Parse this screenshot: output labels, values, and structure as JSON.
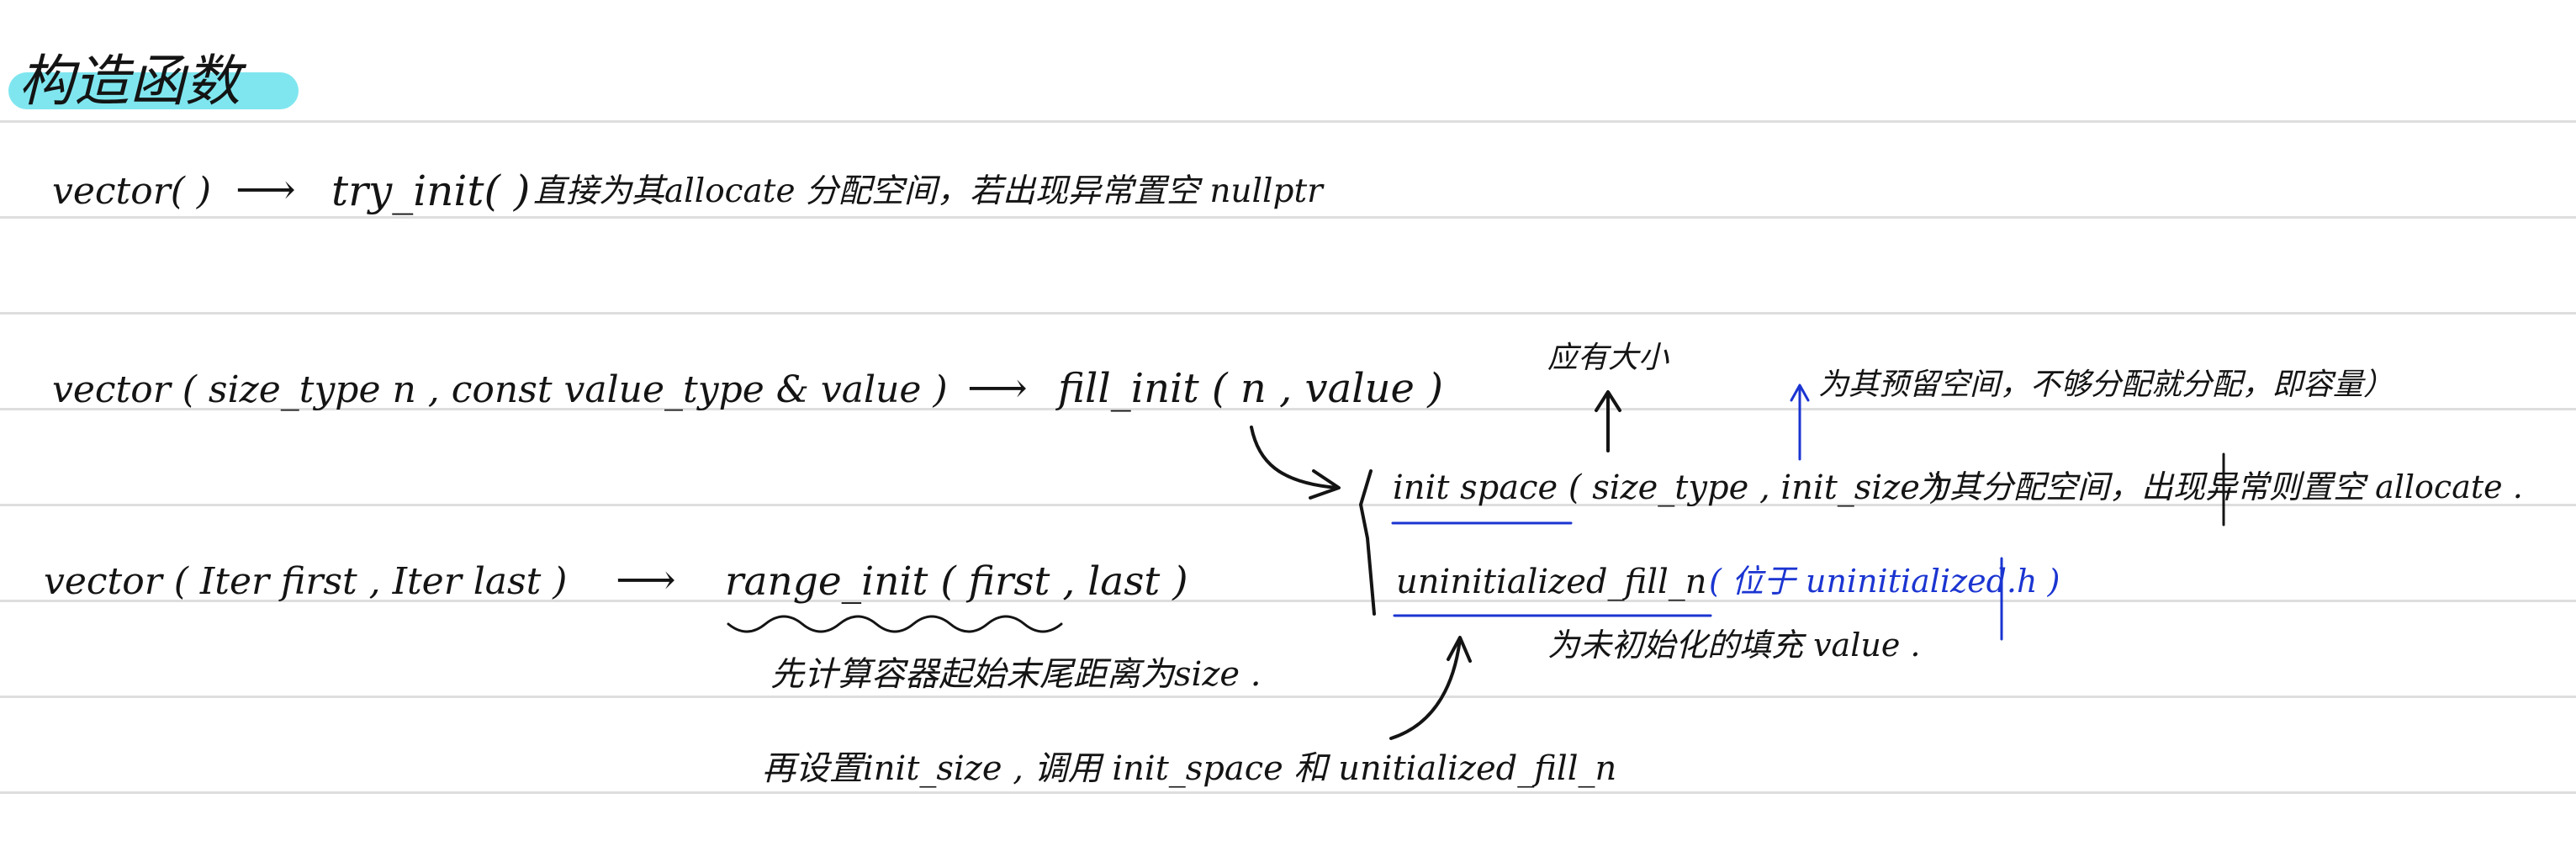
{
  "title": "构造函数",
  "row1": {
    "signature": "vector( )",
    "arrow": "⟶",
    "call": "try_init( )",
    "note": "直接为其allocate 分配空间，若出现异常置空 nullptr"
  },
  "row2": {
    "signature": "vector ( size_type  n ,  const  value_type &  value )",
    "arrow": "⟶",
    "call": "fill_init ( n ,  value )"
  },
  "row3": {
    "signature": "vector ( Iter first , Iter last )",
    "arrow": "⟶",
    "call": "range_init ( first ,  last )"
  },
  "notes": {
    "actual_size": "应有大小",
    "reserve_space": "为其预留空间，不够分配就分配，即容量）",
    "init_space_call": "init space ( size_type ,  init_size )",
    "init_space_desc": "为其分配空间，出现异常则置空  allocate .",
    "uninit_fill_call": "uninitialized_fill_n",
    "uninit_fill_loc": "( 位于 uninitialized.h )",
    "uninit_fill_desc": "为未初始化的填充 value .",
    "range_step1": "先计算容器起始末尾距离为size .",
    "range_step2": "再设置init_size , 调用  init_space 和 unitialized_fill_n"
  },
  "colors": {
    "ink": "#141414",
    "blue_ink": "#1b35d1",
    "highlight": "#7fe6ef",
    "rule_line": "#dedede"
  }
}
